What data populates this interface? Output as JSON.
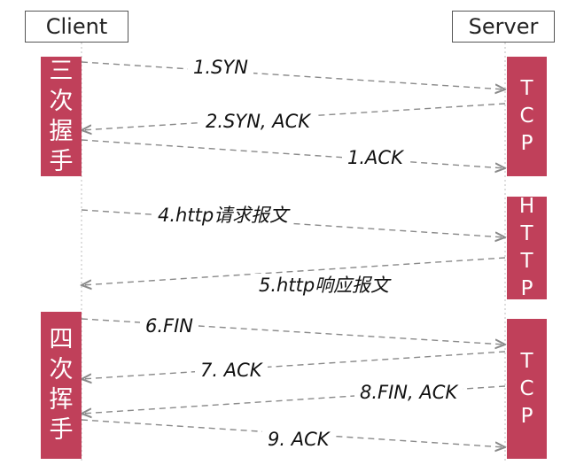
{
  "participants": {
    "client": "Client",
    "server": "Server"
  },
  "blocks": {
    "client_handshake": [
      "三",
      "次",
      "握",
      "手"
    ],
    "client_wave": [
      "四",
      "次",
      "挥",
      "手"
    ],
    "server_tcp_top": [
      "T",
      "C",
      "P"
    ],
    "server_http": [
      "H",
      "T",
      "T",
      "P"
    ],
    "server_tcp_bottom": [
      "T",
      "C",
      "P"
    ]
  },
  "messages": [
    {
      "label": "1.SYN",
      "from": "client",
      "to": "server"
    },
    {
      "label": "2.SYN, ACK",
      "from": "server",
      "to": "client"
    },
    {
      "label": "1.ACK",
      "from": "client",
      "to": "server"
    },
    {
      "label": "4.http请求报文",
      "from": "client",
      "to": "server"
    },
    {
      "label": "5.http响应报文",
      "from": "server",
      "to": "client"
    },
    {
      "label": "6.FIN",
      "from": "client",
      "to": "server"
    },
    {
      "label": "7. ACK",
      "from": "server",
      "to": "client"
    },
    {
      "label": "8.FIN, ACK",
      "from": "server",
      "to": "client"
    },
    {
      "label": "9. ACK",
      "from": "client",
      "to": "server"
    }
  ],
  "colors": {
    "block": "#c0405a",
    "arrow": "#8a8a8a",
    "lifeline": "#bdbdbd"
  }
}
